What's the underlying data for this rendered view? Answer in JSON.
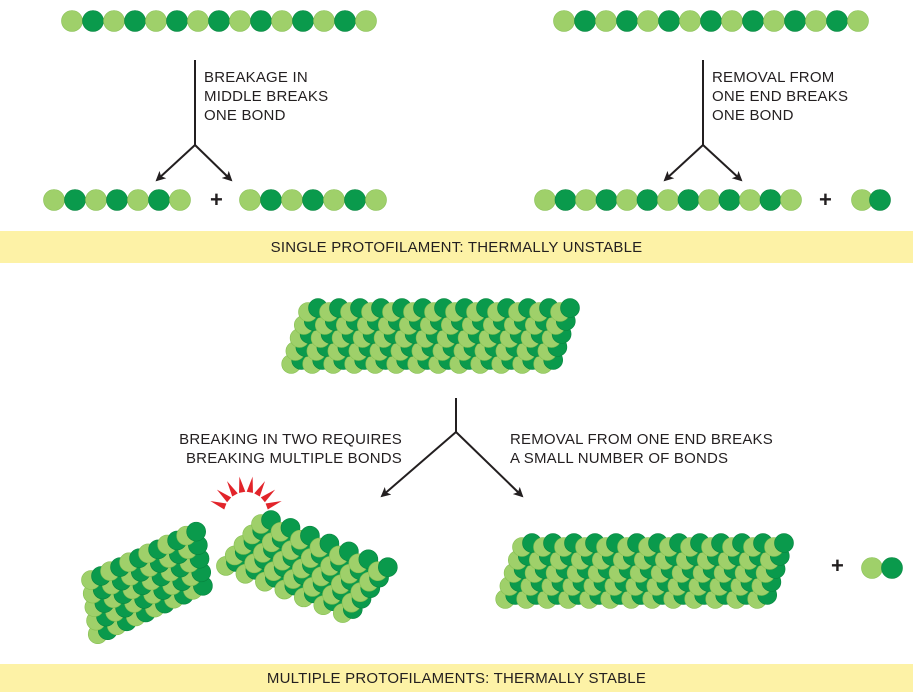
{
  "labels": {
    "break_middle": "BREAKAGE IN\nMIDDLE BREAKS\nONE BOND",
    "removal_end": "REMOVAL FROM\nONE END BREAKS\nONE BOND",
    "single_band": "SINGLE PROTOFILAMENT: THERMALLY UNSTABLE",
    "breaking_two": "BREAKING IN TWO REQUIRES\nBREAKING MULTIPLE BONDS",
    "removal_multi": "REMOVAL FROM ONE END BREAKS\nA SMALL NUMBER OF BONDS",
    "multi_band": "MULTIPLE PROTOFILAMENTS: THERMALLY STABLE",
    "plus": "+"
  },
  "colors": {
    "light_subunit": "#9fd06a",
    "dark_subunit": "#0a9a4c",
    "band": "#fdf2a6",
    "burst": "#e2242a",
    "line": "#231f20"
  }
}
